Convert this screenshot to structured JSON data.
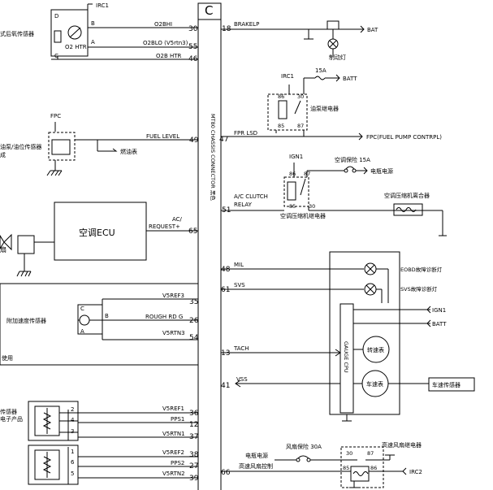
{
  "connector": {
    "letter": "C",
    "vertical_label": "MT80 CHASSIS CONNECTOR 黑色"
  },
  "left_side": {
    "o2": {
      "label": "式后氧传感器",
      "irc": "IRC1",
      "pins": [
        "D",
        "B",
        "A",
        "C"
      ],
      "heater": "O2 HTR",
      "signals": [
        {
          "name": "O2BHI",
          "pin": "30"
        },
        {
          "name": "O2BLO (V5rtn3)",
          "pin": "55"
        },
        {
          "name": "O2B HTR",
          "pin": "46"
        }
      ]
    },
    "fuel_level": {
      "fpc": "FPC",
      "label1": "油泵/油位传感器",
      "label2": "成",
      "signal": "FUEL LEVEL",
      "pin": "49",
      "gauge_label": "燃油表"
    },
    "ecu": {
      "label": "空调ECU",
      "signal1": "AC/",
      "signal2": "REQUEST+",
      "pin": "65",
      "fan_label": "扇"
    },
    "accel": {
      "label": "附加速度传感器",
      "use_label": "使用",
      "pins": [
        "C",
        "B",
        "A"
      ],
      "signals": [
        {
          "name": "V5REF3",
          "pin": "35"
        },
        {
          "name": "ROUGH RD G",
          "pin": "26"
        },
        {
          "name": "V5RTN3",
          "pin": "54"
        }
      ]
    },
    "pedal": {
      "label1": "传感器",
      "label2": "电子产品",
      "top_pins": [
        "2",
        "4",
        "3"
      ],
      "bottom_pins": [
        "1",
        "6",
        "5"
      ],
      "signals": [
        {
          "name": "V5REF1",
          "pin": "36"
        },
        {
          "name": "PPS1",
          "pin": "12"
        },
        {
          "name": "V5RTN1",
          "pin": "37"
        },
        {
          "name": "V5REF2",
          "pin": "38"
        },
        {
          "name": "PPS2",
          "pin": "27"
        },
        {
          "name": "V5RTN2",
          "pin": "39"
        }
      ]
    }
  },
  "right_side": {
    "brake": {
      "signal": "BRAKELP",
      "pin": "18",
      "bat": "BAT",
      "lamp": "制动灯"
    },
    "fuel_pump": {
      "irc": "IRC1",
      "fuse": "15A",
      "batt": "BATT",
      "relay": "油泵继电器",
      "pins": [
        "86",
        "30",
        "85",
        "87"
      ],
      "signal": "FPR LSD",
      "pin": "47",
      "output": "FPC(FUEL PUMP CONTRPL)"
    },
    "ac_clutch": {
      "ign": "IGN1",
      "fuse_label": "空调保险 15A",
      "power": "电瓶电源",
      "pins": [
        "86",
        "87",
        "85",
        "30"
      ],
      "signal1": "A/C CLUTCH",
      "signal2": "RELAY",
      "pin": "51",
      "relay": "空调压缩机继电器",
      "clutch": "空调压缩机离合器"
    },
    "cluster": {
      "mil": "MIL",
      "mil_pin": "48",
      "svs": "SVS",
      "svs_pin": "61",
      "tach": "TACH",
      "tach_pin": "13",
      "vss": "VSS",
      "vss_pin": "41",
      "lamp1": "EOBD故障诊断灯",
      "lamp2": "SVS故障诊断灯",
      "ign": "IGN1",
      "batt": "BATT",
      "cpu": "GAUGE CPU",
      "tach_gauge": "转速表",
      "speed_gauge": "车速表",
      "speed_sensor": "车速传感器"
    },
    "fan": {
      "power": "电瓶电源",
      "fuse": "风扇保险 30A",
      "relay": "高速风扇继电器",
      "pins": [
        "30",
        "87",
        "85",
        "86"
      ],
      "control": "高速风扇控制",
      "pin": "66",
      "irc": "IRC2"
    }
  }
}
